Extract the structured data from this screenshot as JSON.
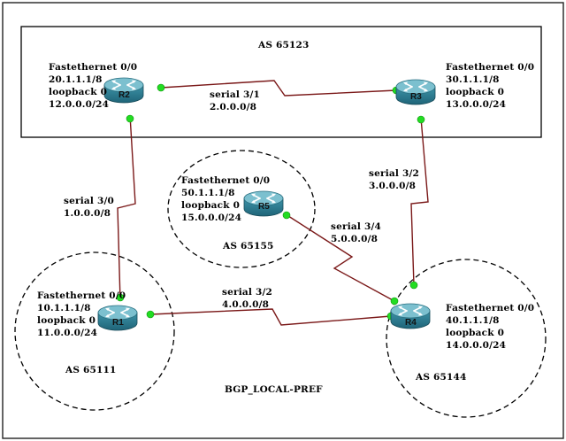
{
  "colors": {
    "link": "#7a1818",
    "port": "#22dd22",
    "router_top": "#6fb3c3",
    "router_body": "#2f7f95",
    "router_dark": "#1d5a6b"
  },
  "as_labels": {
    "as65123": "AS 65123",
    "as65155": "AS 65155",
    "as65111": "AS 65111",
    "as65144": "AS 65144"
  },
  "caption": "BGP_LOCAL-PREF",
  "routers": {
    "r1": {
      "name": "R1",
      "info": [
        "Fastethernet 0/0",
        "10.1.1.1/8",
        "loopback 0",
        "11.0.0.0/24"
      ]
    },
    "r2": {
      "name": "R2",
      "info": [
        "Fastethernet 0/0",
        "20.1.1.1/8",
        "loopback 0",
        "12.0.0.0/24"
      ]
    },
    "r3": {
      "name": "R3",
      "info": [
        "Fastethernet 0/0",
        "30.1.1.1/8",
        "loopback 0",
        "13.0.0.0/24"
      ]
    },
    "r4": {
      "name": "R4",
      "info": [
        "Fastethernet 0/0",
        "40.1.1.1/8",
        "loopback 0",
        "14.0.0.0/24"
      ]
    },
    "r5": {
      "name": "R5",
      "info": [
        "Fastethernet 0/0",
        "50.1.1.1/8",
        "loopback 0",
        "15.0.0.0/24"
      ]
    }
  },
  "links": {
    "r2_r3": [
      "serial 3/1",
      "2.0.0.0/8"
    ],
    "r2_r1": [
      "serial 3/0",
      "1.0.0.0/8"
    ],
    "r3_r4": [
      "serial 3/2",
      "3.0.0.0/8"
    ],
    "r5_r4": [
      "serial 3/4",
      "5.0.0.0/8"
    ],
    "r1_r4": [
      "serial 3/2",
      "4.0.0.0/8"
    ]
  }
}
